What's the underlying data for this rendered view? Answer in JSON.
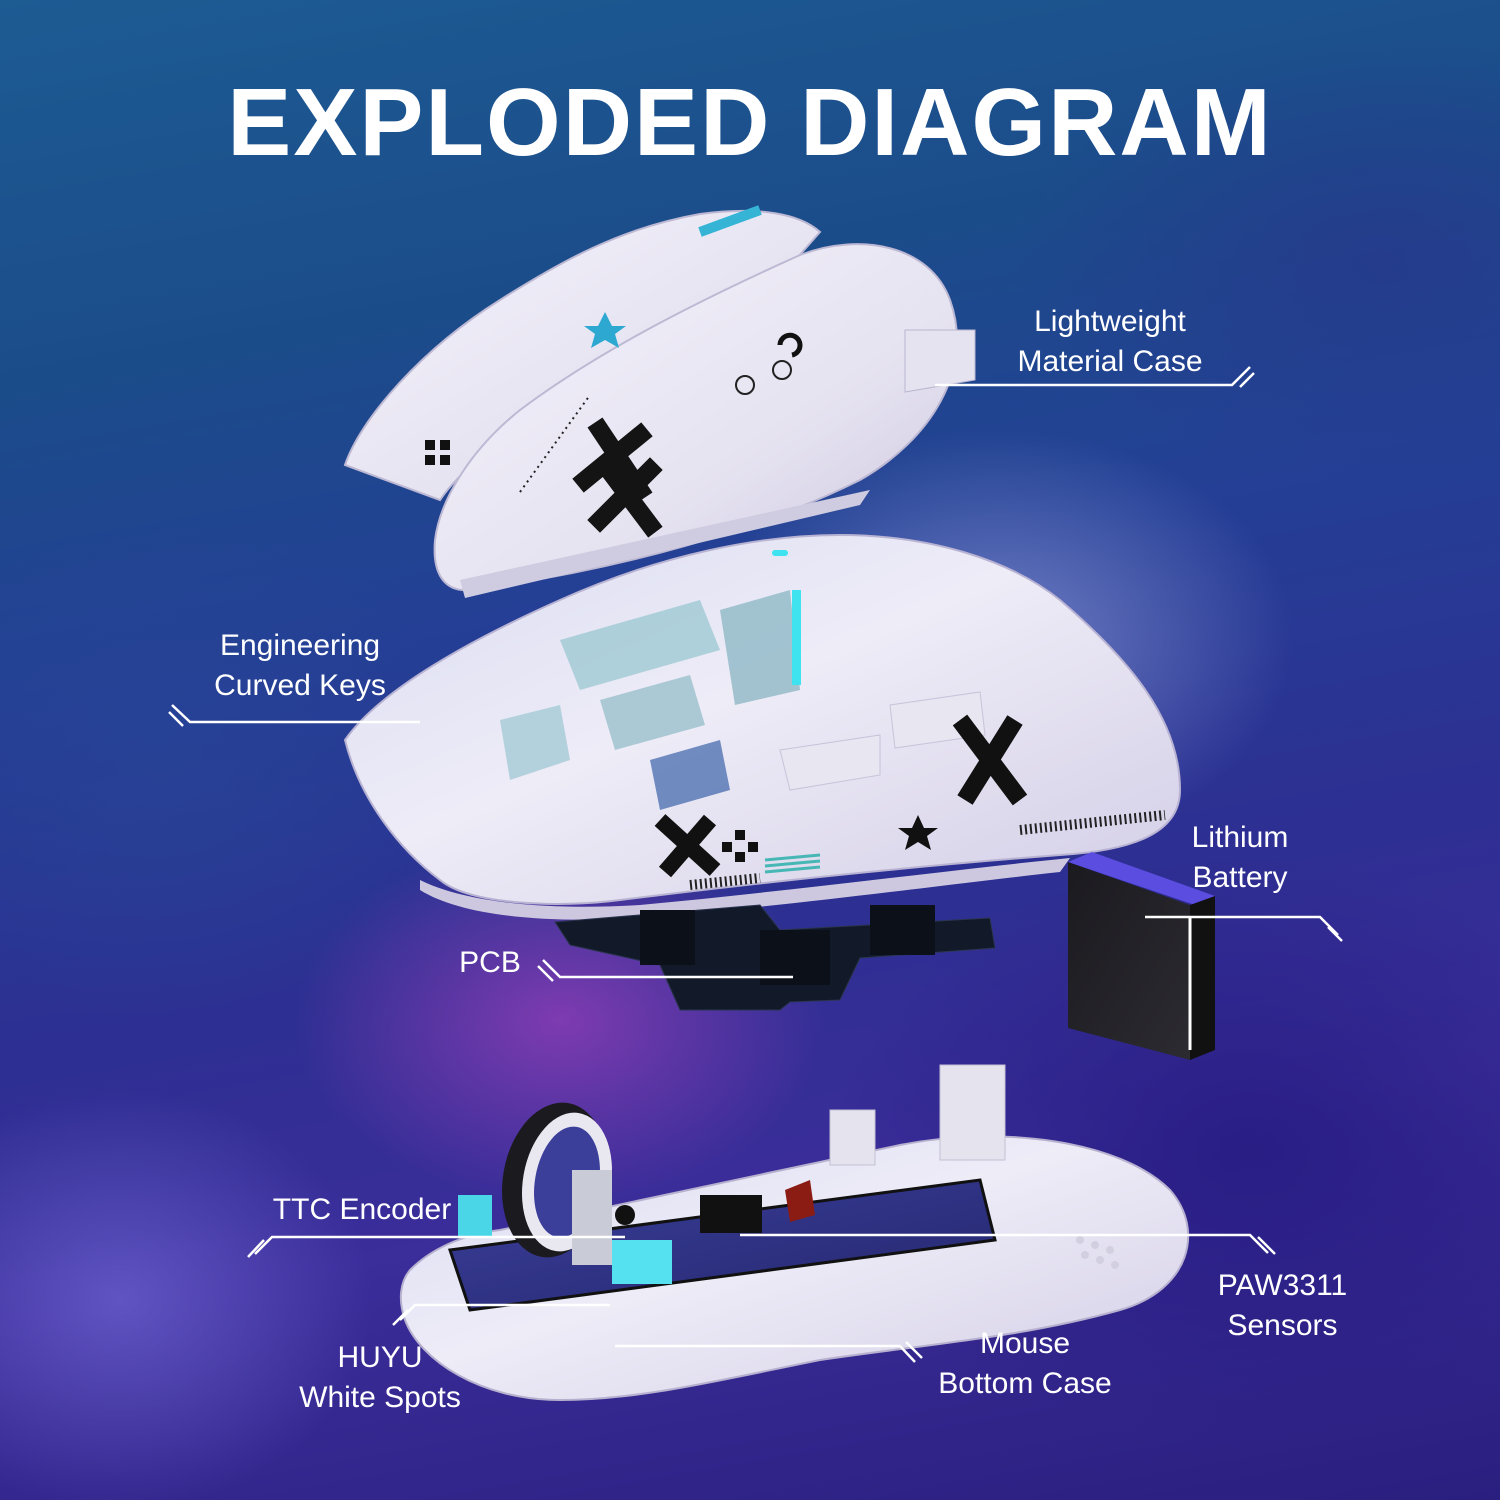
{
  "title": "EXPLODED DIAGRAM",
  "colors": {
    "background_top": "#1d5b93",
    "background_bottom": "#2a1f7f",
    "text": "#ffffff",
    "callout_line": "#ffffff",
    "accent_cyan": "#3fe3f0",
    "shell_white": "#eceaf3",
    "battery_black": "#141416"
  },
  "components": [
    {
      "id": "top-cover",
      "name": "Lightweight Material Case",
      "lines": [
        "Lightweight",
        "Material Case"
      ]
    },
    {
      "id": "shell",
      "name": "Engineering Curved Keys",
      "lines": [
        "Engineering",
        "Curved Keys"
      ]
    },
    {
      "id": "battery",
      "name": "Lithium Battery",
      "lines": [
        "Lithium",
        "Battery"
      ]
    },
    {
      "id": "pcb",
      "name": "PCB",
      "lines": [
        "PCB"
      ]
    },
    {
      "id": "encoder",
      "name": "TTC Encoder",
      "lines": [
        "TTC Encoder"
      ]
    },
    {
      "id": "sensor",
      "name": "PAW3311 Sensors",
      "lines": [
        "PAW3311",
        "Sensors"
      ]
    },
    {
      "id": "switches",
      "name": "HUYU White Spots",
      "lines": [
        "HUYU",
        "White Spots"
      ]
    },
    {
      "id": "bottom-case",
      "name": "Mouse Bottom Case",
      "lines": [
        "Mouse",
        "Bottom Case"
      ]
    }
  ]
}
